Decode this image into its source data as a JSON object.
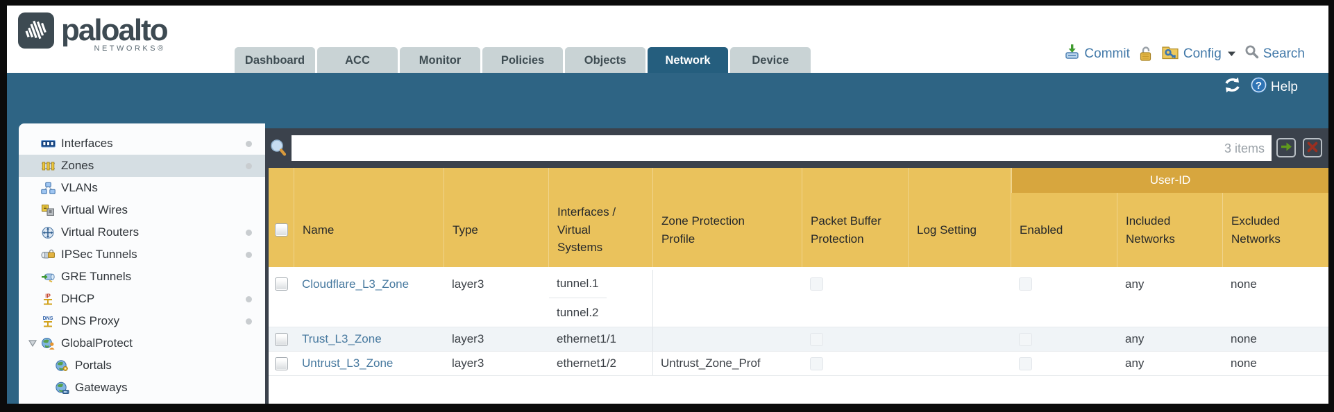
{
  "brand": {
    "name": "paloalto",
    "sub": "NETWORKS®"
  },
  "nav_tabs": {
    "items": [
      {
        "label": "Dashboard",
        "active": false
      },
      {
        "label": "ACC",
        "active": false
      },
      {
        "label": "Monitor",
        "active": false
      },
      {
        "label": "Policies",
        "active": false
      },
      {
        "label": "Objects",
        "active": false
      },
      {
        "label": "Network",
        "active": true
      },
      {
        "label": "Device",
        "active": false
      }
    ]
  },
  "header_actions": {
    "commit_label": "Commit",
    "config_label": "Config",
    "search_label": "Search"
  },
  "band_actions": {
    "help_label": "Help"
  },
  "sidebar": {
    "items": [
      {
        "label": "Interfaces",
        "icon": "interfaces-icon",
        "dot": true,
        "selected": false,
        "indent": 0,
        "expander": false
      },
      {
        "label": "Zones",
        "icon": "zones-icon",
        "dot": true,
        "selected": true,
        "indent": 0,
        "expander": false
      },
      {
        "label": "VLANs",
        "icon": "vlans-icon",
        "dot": false,
        "selected": false,
        "indent": 0,
        "expander": false
      },
      {
        "label": "Virtual Wires",
        "icon": "virtual-wires-icon",
        "dot": false,
        "selected": false,
        "indent": 0,
        "expander": false
      },
      {
        "label": "Virtual Routers",
        "icon": "virtual-routers-icon",
        "dot": true,
        "selected": false,
        "indent": 0,
        "expander": false
      },
      {
        "label": "IPSec Tunnels",
        "icon": "ipsec-tunnels-icon",
        "dot": true,
        "selected": false,
        "indent": 0,
        "expander": false
      },
      {
        "label": "GRE Tunnels",
        "icon": "gre-tunnels-icon",
        "dot": false,
        "selected": false,
        "indent": 0,
        "expander": false
      },
      {
        "label": "DHCP",
        "icon": "dhcp-icon",
        "dot": true,
        "selected": false,
        "indent": 0,
        "expander": false
      },
      {
        "label": "DNS Proxy",
        "icon": "dns-proxy-icon",
        "dot": true,
        "selected": false,
        "indent": 0,
        "expander": false
      },
      {
        "label": "GlobalProtect",
        "icon": "globalprotect-icon",
        "dot": false,
        "selected": false,
        "indent": 0,
        "expander": true
      },
      {
        "label": "Portals",
        "icon": "portals-icon",
        "dot": false,
        "selected": false,
        "indent": 1,
        "expander": false
      },
      {
        "label": "Gateways",
        "icon": "gateways-icon",
        "dot": false,
        "selected": false,
        "indent": 1,
        "expander": false
      }
    ]
  },
  "toolbar": {
    "filter_value": "",
    "items_count": "3 items"
  },
  "table": {
    "group_header": "User-ID",
    "columns": [
      "Name",
      "Type",
      "Interfaces /\nVirtual\nSystems",
      "Zone Protection\nProfile",
      "Packet Buffer\nProtection",
      "Log Setting",
      "Enabled",
      "Included\nNetworks",
      "Excluded\nNetworks"
    ],
    "rows": [
      {
        "name": "Cloudflare_L3_Zone",
        "type": "layer3",
        "interfaces": [
          "tunnel.1",
          "tunnel.2"
        ],
        "zone_protection_profile": "",
        "packet_buffer_protection": false,
        "log_setting": "",
        "enabled": false,
        "included_networks": "any",
        "excluded_networks": "none"
      },
      {
        "name": "Trust_L3_Zone",
        "type": "layer3",
        "interfaces": [
          "ethernet1/1"
        ],
        "zone_protection_profile": "",
        "packet_buffer_protection": false,
        "log_setting": "",
        "enabled": false,
        "included_networks": "any",
        "excluded_networks": "none"
      },
      {
        "name": "Untrust_L3_Zone",
        "type": "layer3",
        "interfaces": [
          "ethernet1/2"
        ],
        "zone_protection_profile": "Untrust_Zone_Prof",
        "packet_buffer_protection": false,
        "log_setting": "",
        "enabled": false,
        "included_networks": "any",
        "excluded_networks": "none"
      }
    ]
  },
  "colors": {
    "teal_band": "#2e6484",
    "active_tab": "#255e7e",
    "inactive_tab": "#c9d3d5",
    "toolbar_slate": "#3b424c",
    "table_header_gold": "#eac25c",
    "user_id_band_gold": "#d7a63e",
    "link_blue": "#47799f",
    "selected_sidebar_row": "#d5dee3"
  }
}
